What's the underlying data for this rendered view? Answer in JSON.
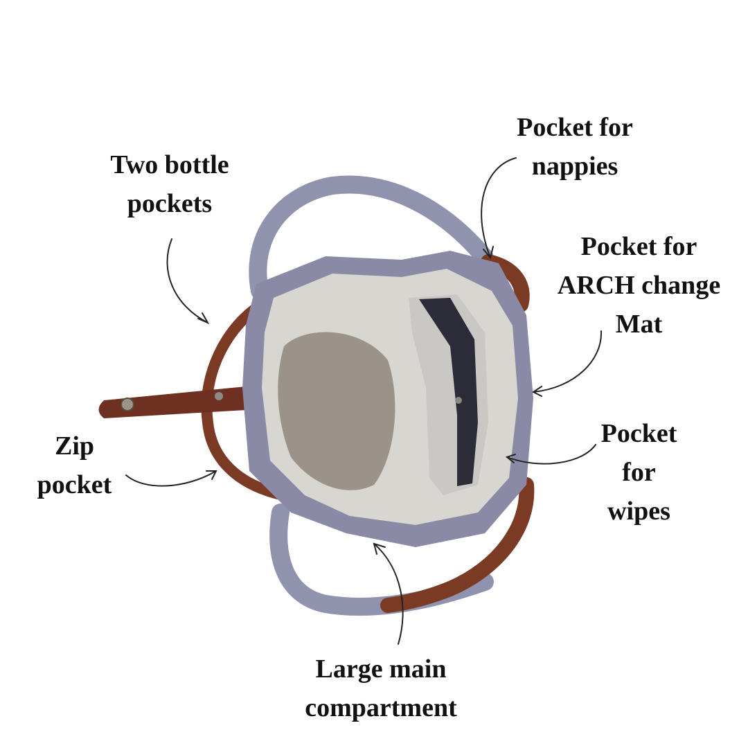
{
  "colors": {
    "background": "#ffffff",
    "text": "#111111",
    "canvas": "#8a8aa6",
    "lining": "#d8d6d0",
    "leather": "#7a3a24",
    "strap": "#8f93ad"
  },
  "labels": {
    "nappies": [
      "Pocket  for",
      "nappies"
    ],
    "bottles": [
      "Two bottle",
      "pockets"
    ],
    "mat": [
      "Pocket for",
      "ARCH change",
      "Mat"
    ],
    "zip": [
      "Zip",
      "pocket"
    ],
    "wipes": [
      "Pocket",
      "for",
      "wipes"
    ],
    "main": [
      "Large main",
      "compartment"
    ]
  }
}
